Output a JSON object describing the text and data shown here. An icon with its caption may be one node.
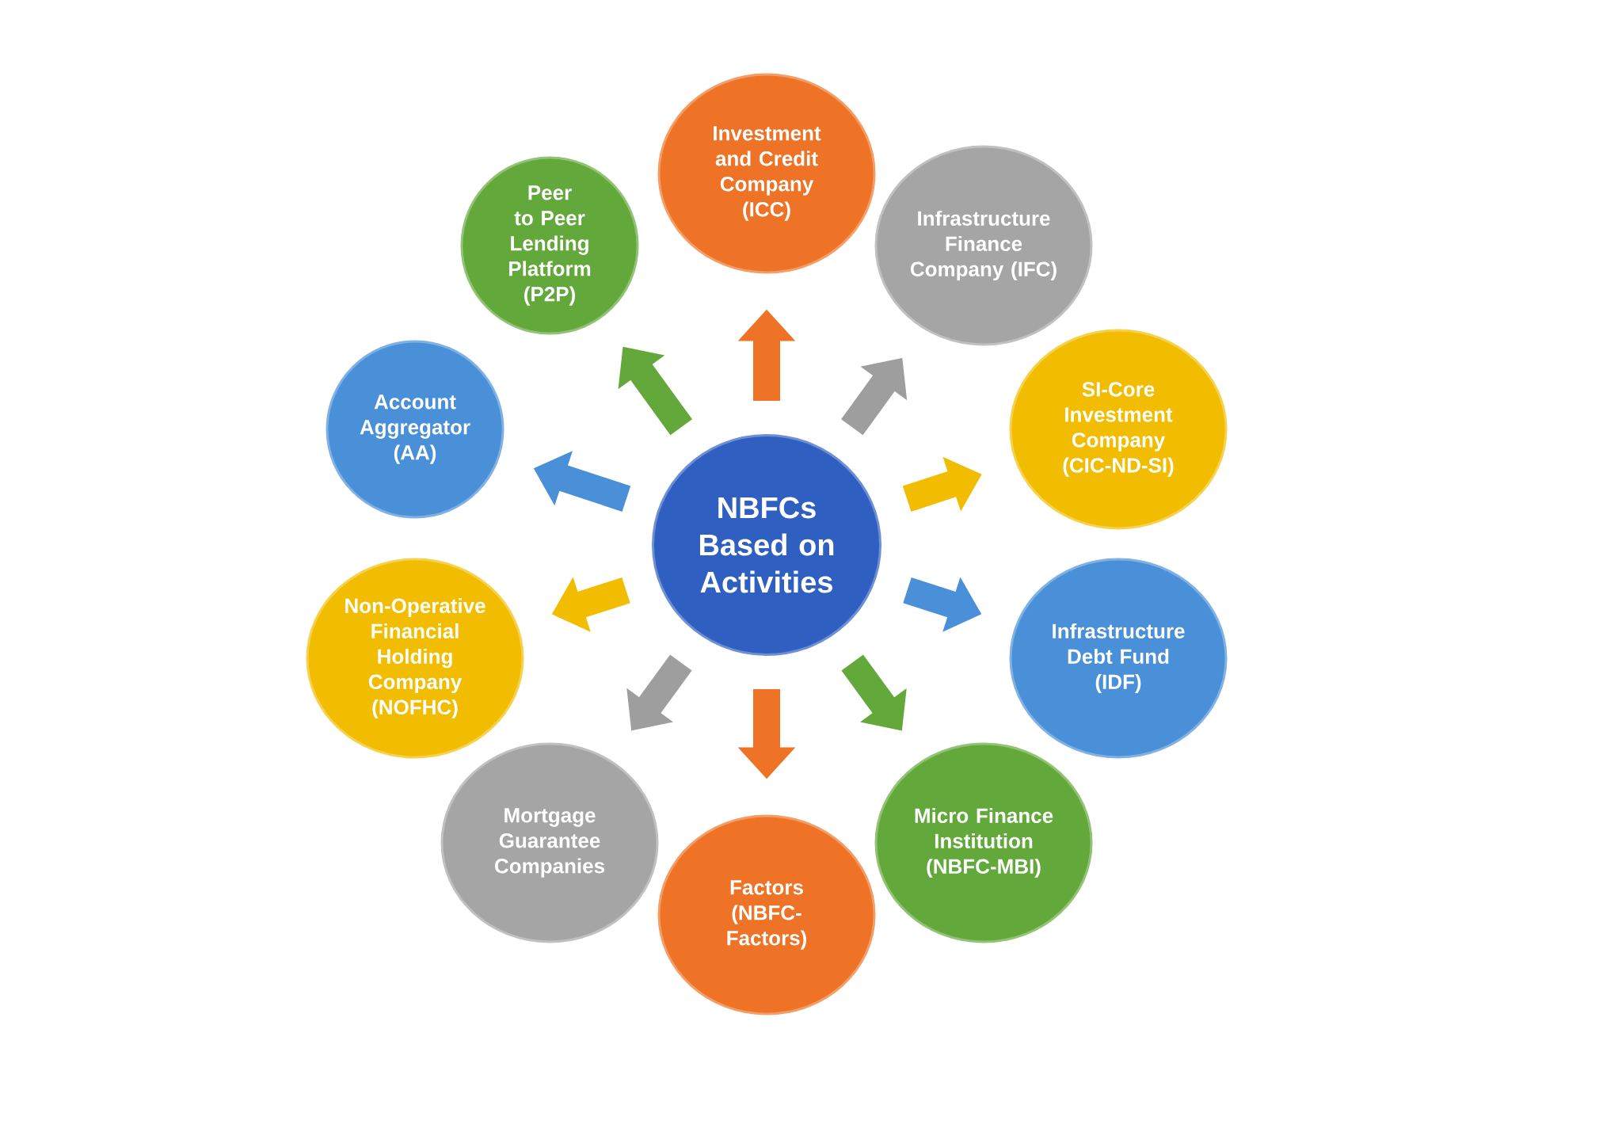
{
  "diagram": {
    "nodes": [
      {
        "text": [
          "NBFCs Based on Activities"
        ]
      },
      {
        "text": [
          "Investment and Credit Company (ICC)"
        ]
      },
      {
        "text": [
          "Infrastructure Finance Company (IFC)"
        ]
      },
      {
        "text": [
          "SI-Core Investment Company (CIC-ND-SI)"
        ]
      },
      {
        "text": [
          "Infrastructure Debt Fund (IDF)"
        ]
      },
      {
        "text": [
          "Micro Finance Institution (NBFC-MBI)"
        ]
      },
      {
        "text": [
          "Factors (NBFC-Factors)"
        ]
      },
      {
        "text": [
          "Mortgage Guarantee Companies"
        ]
      },
      {
        "text": [
          "Non-Operative Financial Holding Company (NOFHC)"
        ]
      },
      {
        "text": [
          "Account Aggregator (AA)"
        ]
      },
      {
        "text": [
          "Peer to Peer Lending Platform (P2P)"
        ]
      }
    ],
    "edges": [
      {
        "from": 0,
        "to": 1,
        "arrow": "to",
        "color": "#ee7326"
      },
      {
        "from": 0,
        "to": 2,
        "arrow": "to",
        "color": "#9e9e9e"
      },
      {
        "from": 0,
        "to": 3,
        "arrow": "to",
        "color": "#f2bd00"
      },
      {
        "from": 0,
        "to": 4,
        "arrow": "to",
        "color": "#4a90d9"
      },
      {
        "from": 0,
        "to": 5,
        "arrow": "to",
        "color": "#63a83a"
      },
      {
        "from": 0,
        "to": 6,
        "arrow": "to",
        "color": "#ee7326"
      },
      {
        "from": 0,
        "to": 7,
        "arrow": "to",
        "color": "#9e9e9e"
      },
      {
        "from": 0,
        "to": 8,
        "arrow": "to",
        "color": "#f2bd00"
      },
      {
        "from": 0,
        "to": 9,
        "arrow": "to",
        "color": "#4a90d9"
      },
      {
        "from": 0,
        "to": 10,
        "arrow": "to",
        "color": "#63a83a"
      }
    ]
  }
}
